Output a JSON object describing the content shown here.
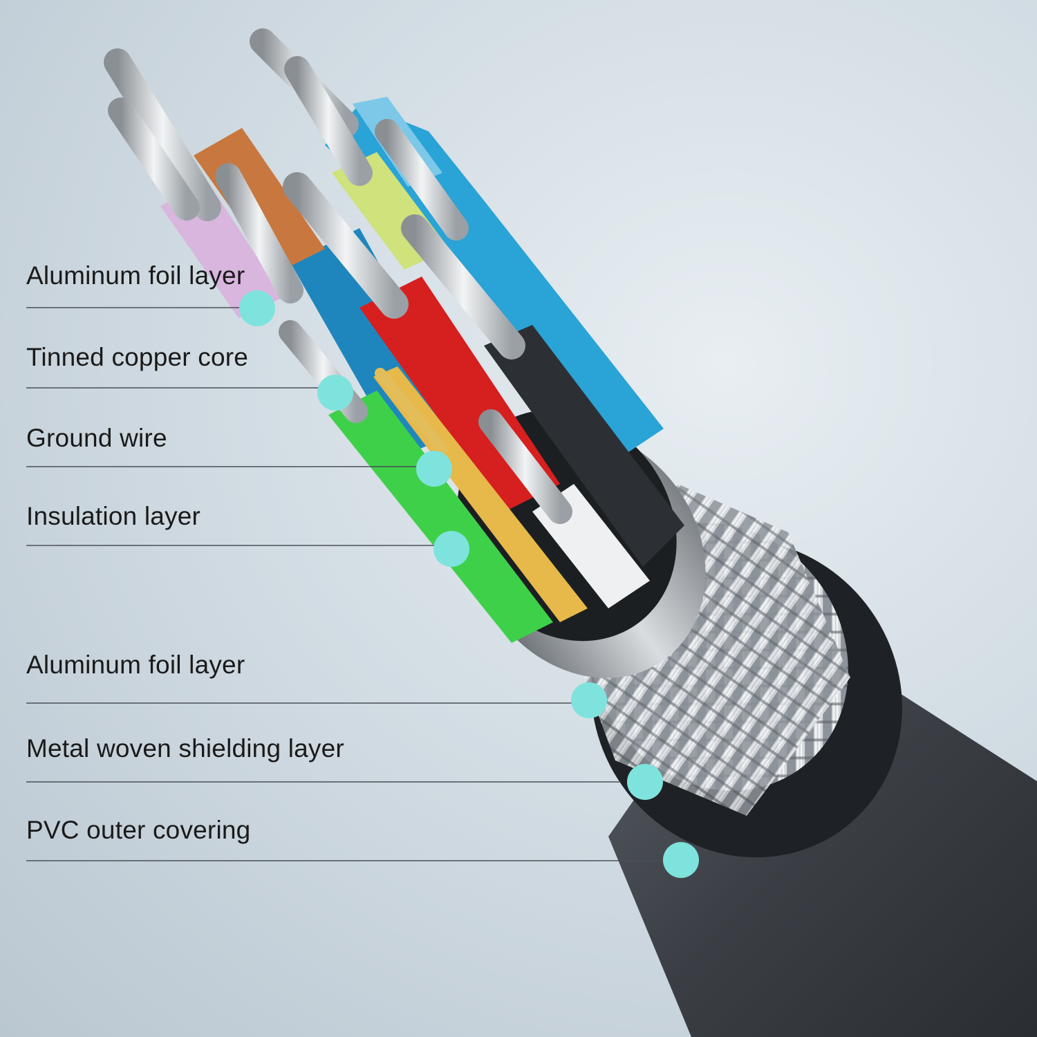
{
  "accent_color": "#7ee3dd",
  "callouts": [
    {
      "label": "Aluminum foil layer"
    },
    {
      "label": "Tinned copper core"
    },
    {
      "label": "Ground wire"
    },
    {
      "label": "Insulation layer"
    },
    {
      "label": "Aluminum foil layer"
    },
    {
      "label": "Metal woven shielding layer"
    },
    {
      "label": "PVC outer covering"
    }
  ]
}
